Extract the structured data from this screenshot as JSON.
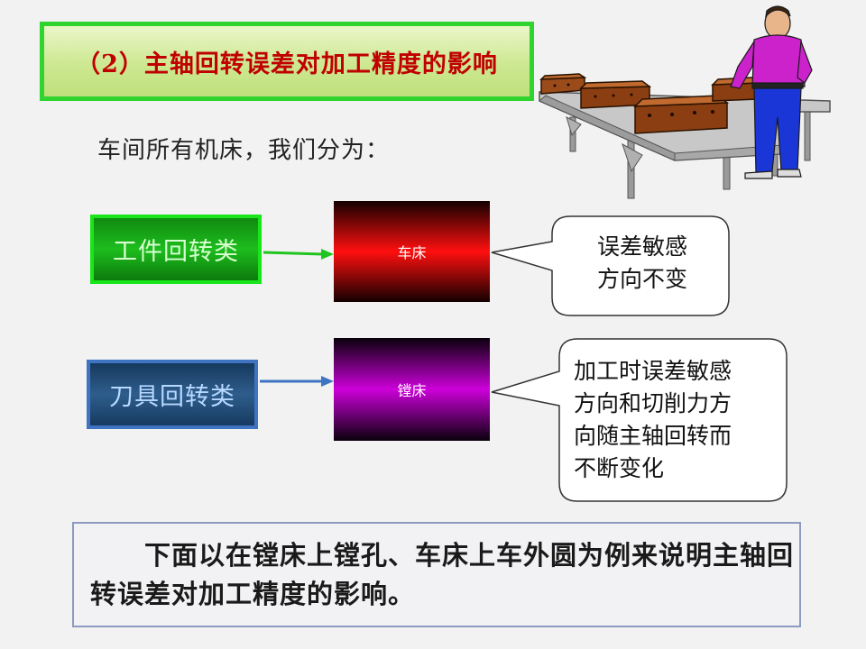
{
  "title": "（2）主轴回转误差对加工精度的影响",
  "intro": "车间所有机床，我们分为：",
  "categories": {
    "workpiece": "工件回转类",
    "tool": "刀具回转类"
  },
  "machines": {
    "lathe": "车床",
    "boring": "镗床"
  },
  "bubbles": {
    "lathe_note_line1": "误差敏感",
    "lathe_note_line2": "方向不变",
    "boring_note_line1": "加工时误差敏感",
    "boring_note_line2": "方向和切削力方",
    "boring_note_line3": "向随主轴回转而",
    "boring_note_line4": "不断变化"
  },
  "summary": "下面以在镗床上镗孔、车床上车外圆为例来说明主轴回转误差对加工精度的影响。",
  "colors": {
    "title_text": "#c00000",
    "title_border": "#2fd42f",
    "workpiece_fill": "#1dbd1d",
    "tool_fill": "#2e5d8c",
    "lathe_fill": "#ff0f0f",
    "boring_fill": "#cc00d9"
  }
}
